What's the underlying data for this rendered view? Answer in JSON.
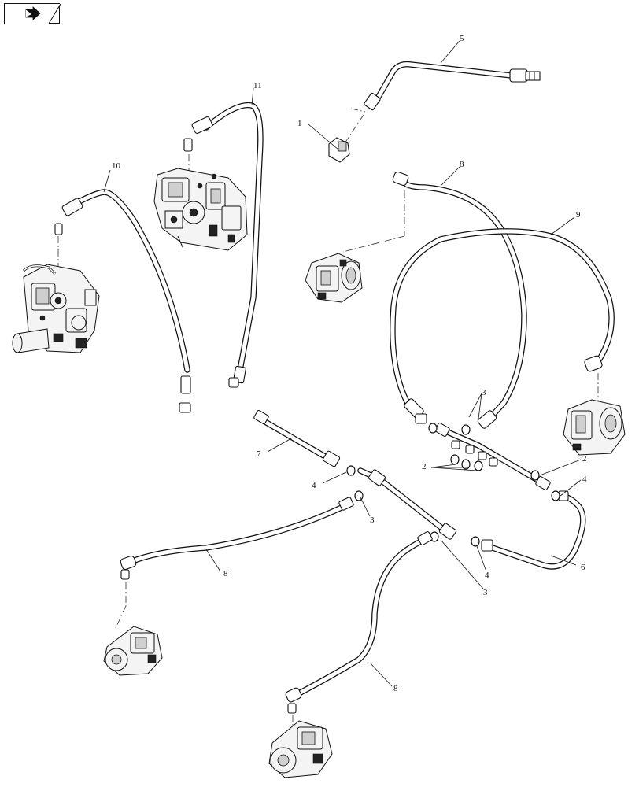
{
  "navigation": {
    "icon": "arrow-right-icon"
  },
  "callouts": {
    "c1": "1",
    "c2a": "2",
    "c2b": "2",
    "c3a": "3",
    "c3b": "3",
    "c3c": "3",
    "c4a": "4",
    "c4b": "4",
    "c4c": "4",
    "c5": "5",
    "c6": "6",
    "c7": "7",
    "c8a": "8",
    "c8b": "8",
    "c8c": "8",
    "c9": "9",
    "c10": "10",
    "c11": "11"
  },
  "colors": {
    "line": "#111111",
    "background": "#ffffff",
    "shade": "#cfcfcf"
  }
}
